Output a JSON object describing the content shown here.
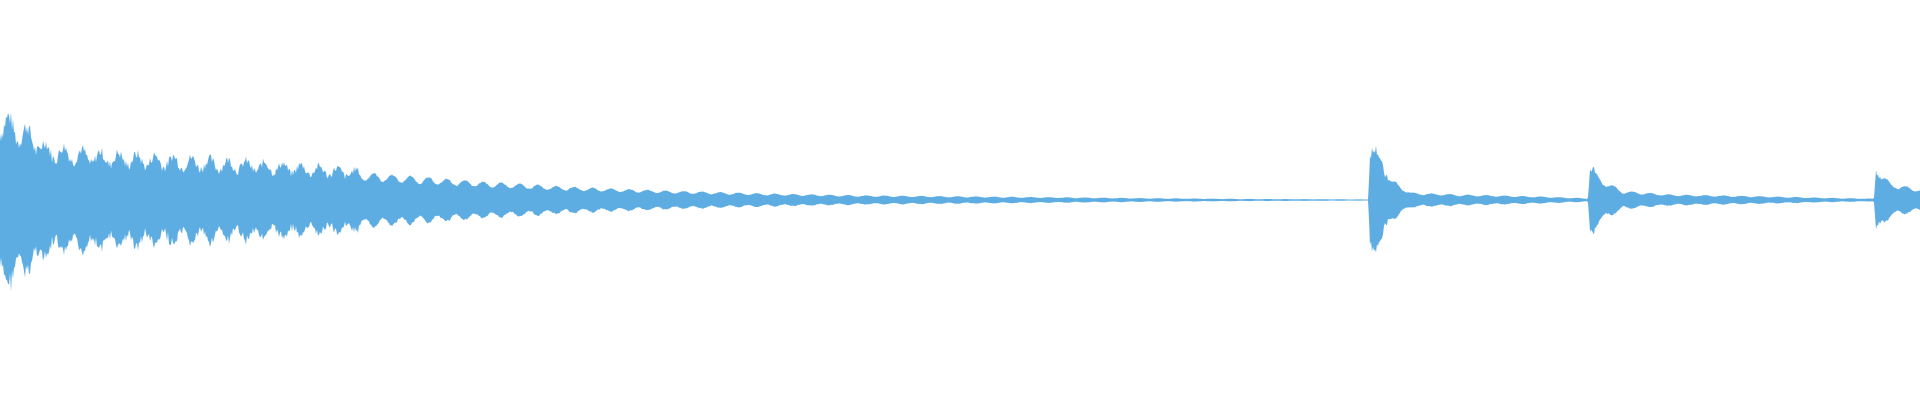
{
  "waveform": {
    "color": "#5dade2",
    "background": "#ffffff",
    "envelope": [
      [
        0.0,
        0.9
      ],
      [
        0.005,
        0.82
      ],
      [
        0.012,
        0.76
      ],
      [
        0.025,
        0.55
      ],
      [
        0.05,
        0.48
      ],
      [
        0.1,
        0.42
      ],
      [
        0.15,
        0.36
      ],
      [
        0.2,
        0.28
      ],
      [
        0.25,
        0.2
      ],
      [
        0.3,
        0.14
      ],
      [
        0.35,
        0.1
      ],
      [
        0.4,
        0.07
      ],
      [
        0.45,
        0.05
      ],
      [
        0.5,
        0.04
      ],
      [
        0.55,
        0.03
      ],
      [
        0.6,
        0.02
      ],
      [
        0.65,
        0.012
      ],
      [
        0.7,
        0.008
      ],
      [
        0.7125,
        0.006
      ],
      [
        0.7135,
        0.58
      ],
      [
        0.72,
        0.4
      ],
      [
        0.725,
        0.22
      ],
      [
        0.735,
        0.08
      ],
      [
        0.76,
        0.06
      ],
      [
        0.8,
        0.04
      ],
      [
        0.825,
        0.02
      ],
      [
        0.827,
        0.015
      ],
      [
        0.828,
        0.35
      ],
      [
        0.835,
        0.22
      ],
      [
        0.845,
        0.1
      ],
      [
        0.87,
        0.06
      ],
      [
        0.92,
        0.04
      ],
      [
        0.95,
        0.025
      ],
      [
        0.976,
        0.015
      ],
      [
        0.977,
        0.35
      ],
      [
        0.985,
        0.18
      ],
      [
        1.0,
        0.12
      ]
    ],
    "ripple_period": 0.0095,
    "ripple_depth": 0.55
  }
}
